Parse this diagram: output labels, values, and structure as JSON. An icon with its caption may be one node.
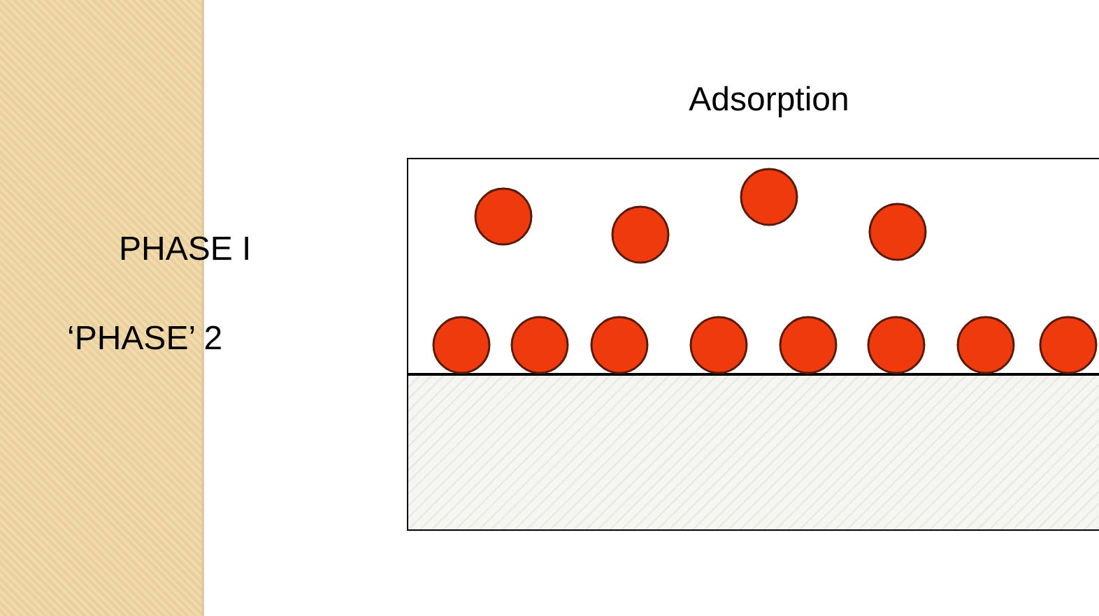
{
  "diagram": {
    "title": "Adsorption",
    "labels": [
      "PHASE I",
      "‘PHASE’ 2"
    ]
  }
}
